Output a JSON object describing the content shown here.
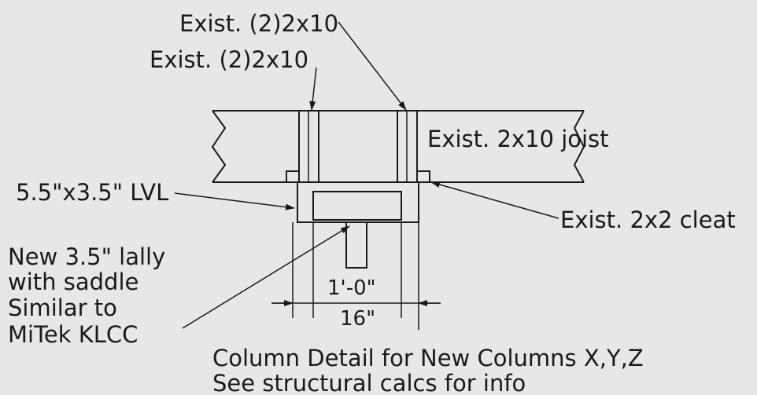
{
  "labels": {
    "top_double_member": "Exist. (2)2x10",
    "second_double_member": "Exist. (2)2x10",
    "joist": "Exist. 2x10 joist",
    "lvl": "5.5\"x3.5\" LVL",
    "cleat": "Exist. 2x2 cleat",
    "lally_line1": "New 3.5\" lally",
    "lally_line2": "with saddle",
    "lally_line3": "Similar to",
    "lally_line4": "MiTek KLCC"
  },
  "dimensions": {
    "inner": "1'-0\"",
    "outer": "16\""
  },
  "caption": {
    "line1": "Column Detail for New Columns X,Y,Z",
    "line2": "See structural calcs for info"
  },
  "colors": {
    "paper": "#e7e7e7",
    "ink": "#1a1a1a"
  }
}
